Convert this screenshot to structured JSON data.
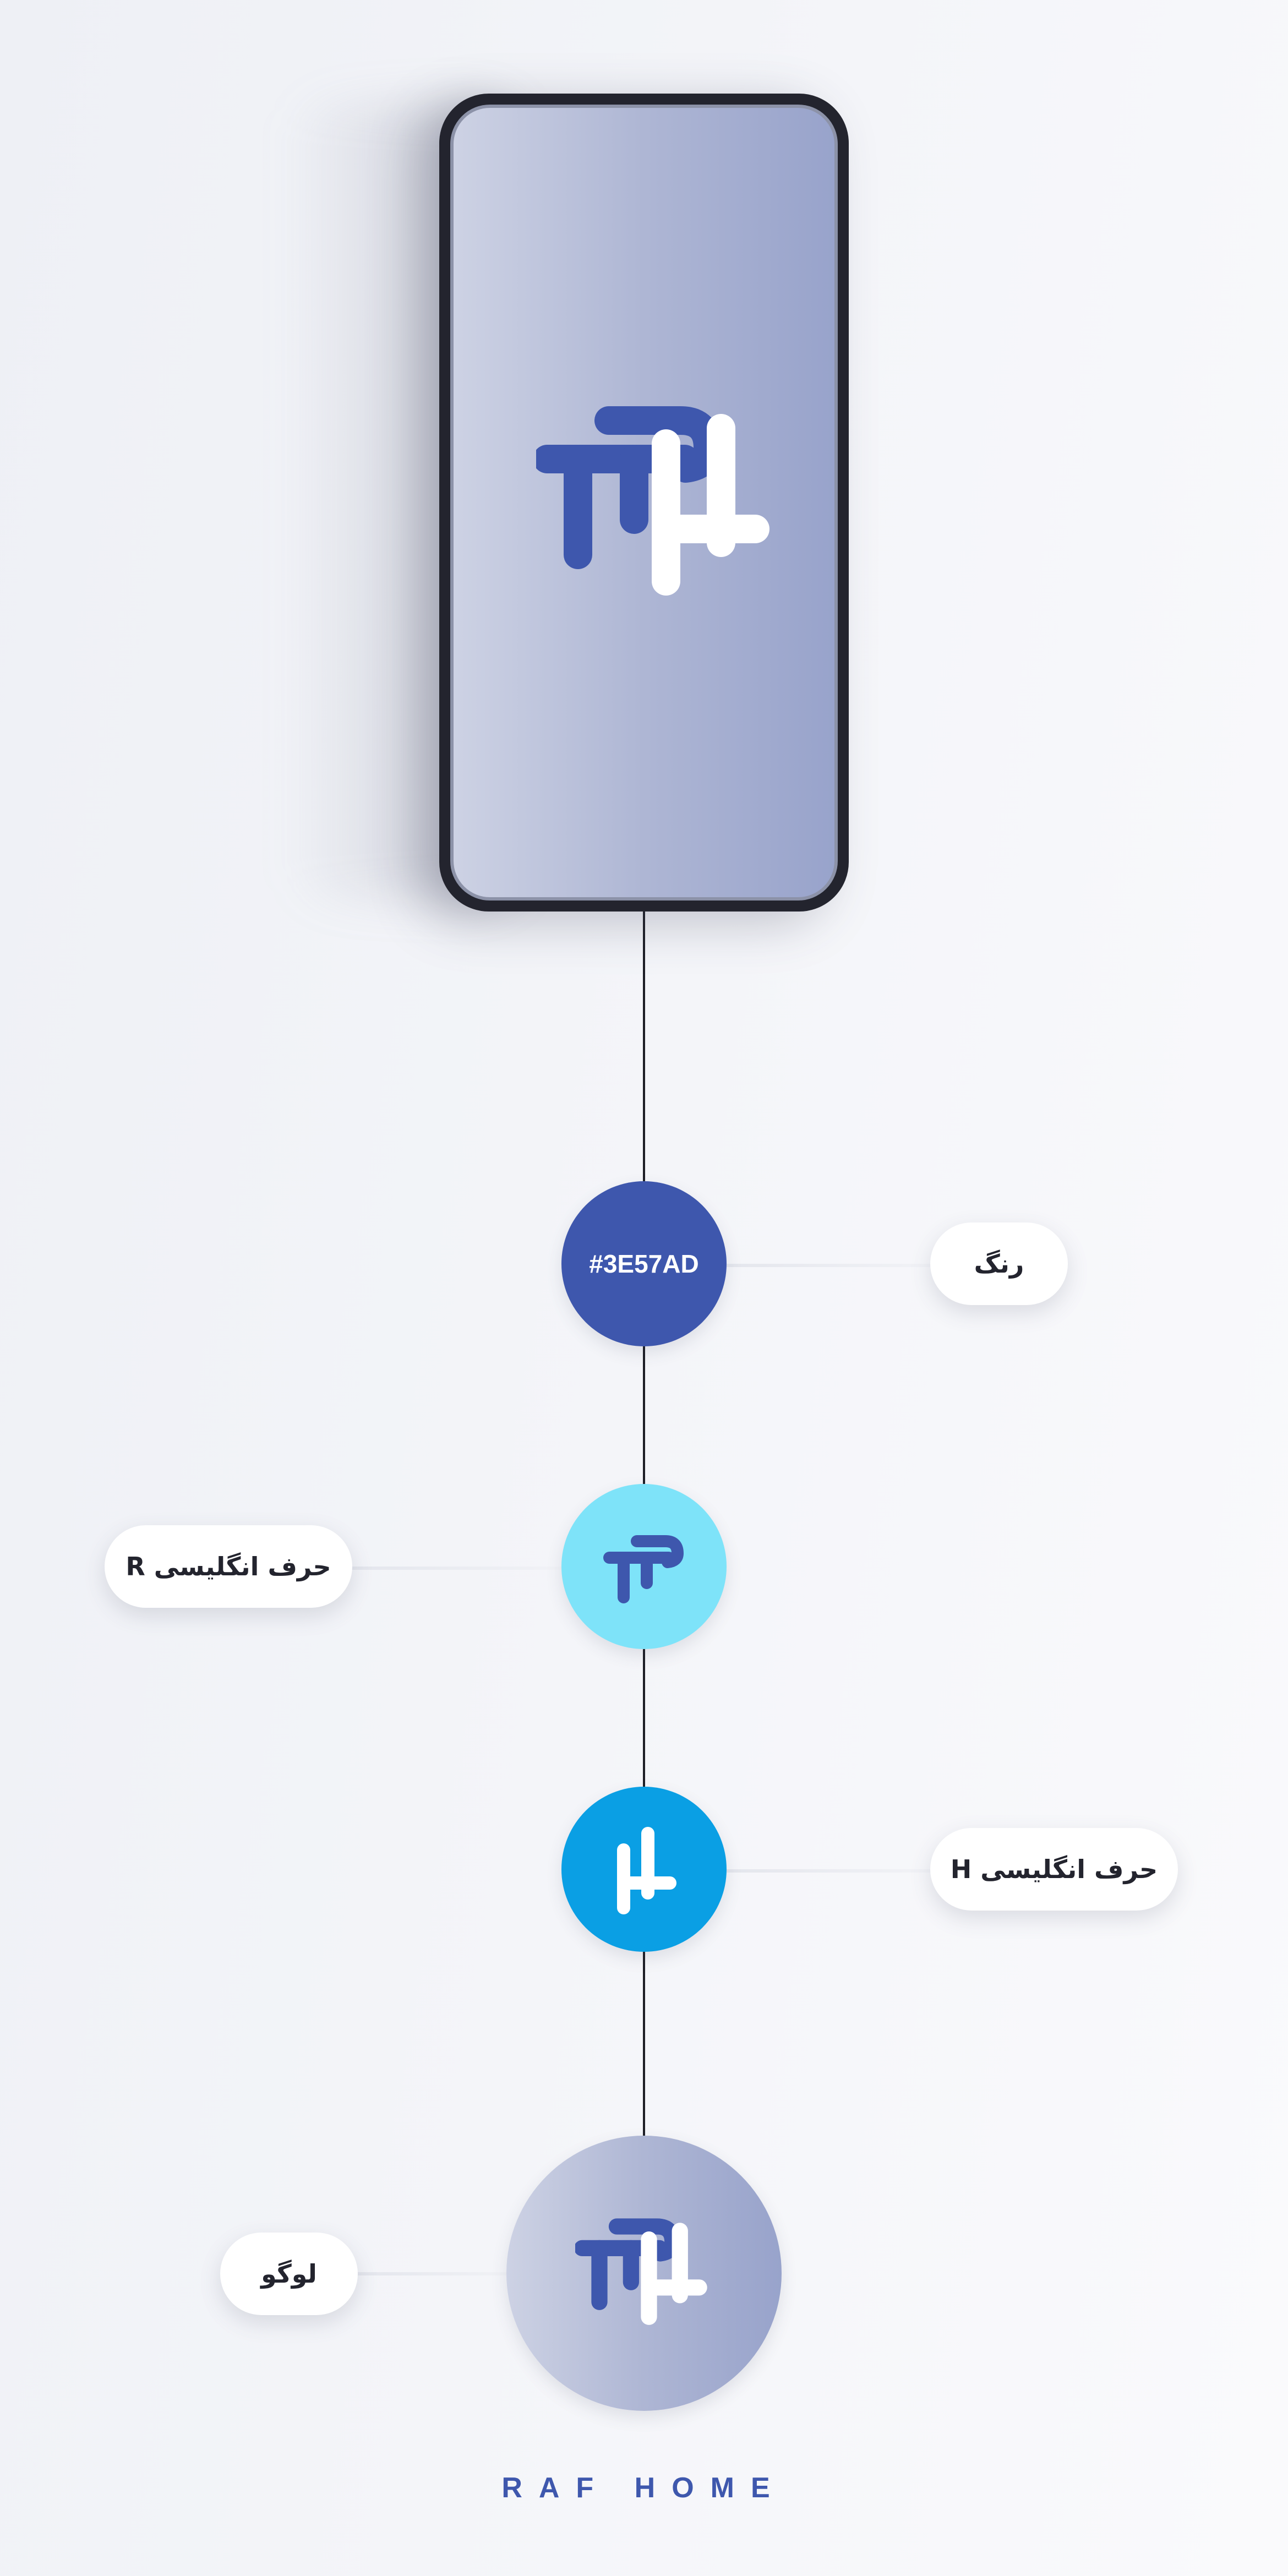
{
  "colors": {
    "brand_blue": "#3E57AD",
    "light_cyan": "#7EE3F9",
    "bright_blue": "#0A9FE4",
    "white": "#FFFFFF",
    "phone_frame": "#23242E"
  },
  "phone": {
    "screen_icon": "raf-home-logo-icon"
  },
  "nodes": {
    "color": {
      "hex_label": "#3E57AD",
      "caption": "رنگ"
    },
    "letter_r": {
      "icon": "letter-r-icon",
      "caption": "حرف انگلیسی R"
    },
    "letter_h": {
      "icon": "letter-h-icon",
      "caption": "حرف انگلیسی H"
    },
    "logo": {
      "icon": "raf-home-logo-icon",
      "caption": "لوگو"
    }
  },
  "brand": {
    "name": "RAF HOME"
  }
}
